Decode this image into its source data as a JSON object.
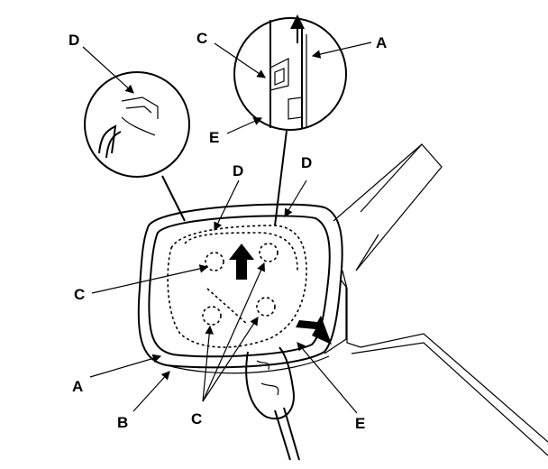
{
  "labels": {
    "d_inset": "D",
    "c_inset": "C",
    "a_inset": "A",
    "e_inset": "E",
    "d_left": "D",
    "d_right": "D",
    "c_left": "C",
    "a_bottom": "A",
    "b_bottom": "B",
    "c_bottom": "C",
    "e_bottom": "E"
  }
}
